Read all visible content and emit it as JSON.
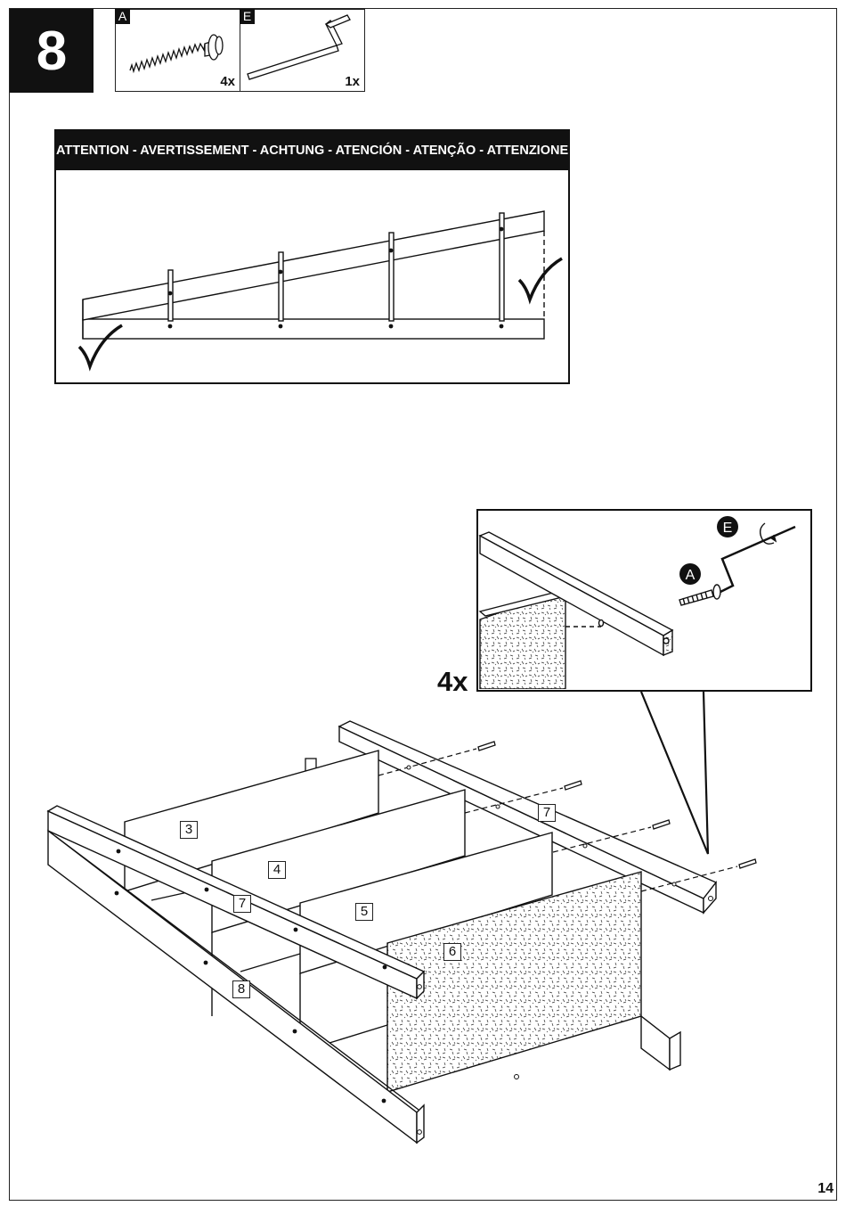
{
  "step": {
    "number": "8"
  },
  "parts": [
    {
      "letter": "A",
      "quantity": "4x",
      "icon": "cam-dowel-screw-icon"
    },
    {
      "letter": "E",
      "quantity": "1x",
      "icon": "allen-key-icon"
    }
  ],
  "attention": {
    "title": "ATTENTION - AVERTISSEMENT - ACHTUNG - ATENCIÓN - ATENÇÃO - ATTENZIONE"
  },
  "detail": {
    "callouts": [
      "E",
      "A"
    ],
    "quantity": "4x"
  },
  "panel_labels": [
    "3",
    "4",
    "7",
    "5",
    "6",
    "7",
    "8"
  ],
  "page_number": "14"
}
